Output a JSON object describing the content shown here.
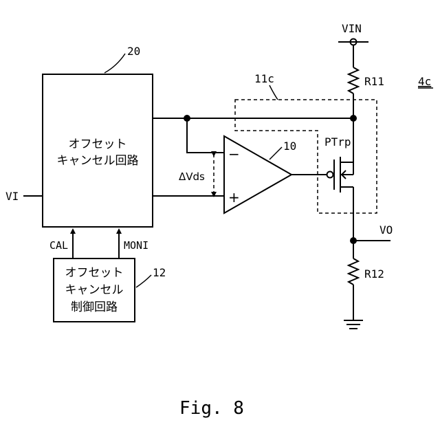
{
  "blocks": {
    "offset_cancel_circuit": {
      "ref": "20",
      "line1": "オフセット",
      "line2": "キャンセル回路"
    },
    "offset_cancel_control": {
      "ref": "12",
      "line1": "オフセット",
      "line2": "キャンセル",
      "line3": "制御回路"
    },
    "comparator": {
      "ref": "10",
      "minus": "−",
      "plus": "+"
    },
    "dashed_region": {
      "ref": "11c"
    },
    "figure_ref": "4c"
  },
  "signals": {
    "vi": "VI",
    "cal": "CAL",
    "moni": "MONI",
    "vin": "VIN",
    "vo": "VO",
    "delta_vds": "ΔVds"
  },
  "components": {
    "r11": "R11",
    "r12": "R12",
    "transistor": "PTrp"
  },
  "caption": "Fig. 8"
}
